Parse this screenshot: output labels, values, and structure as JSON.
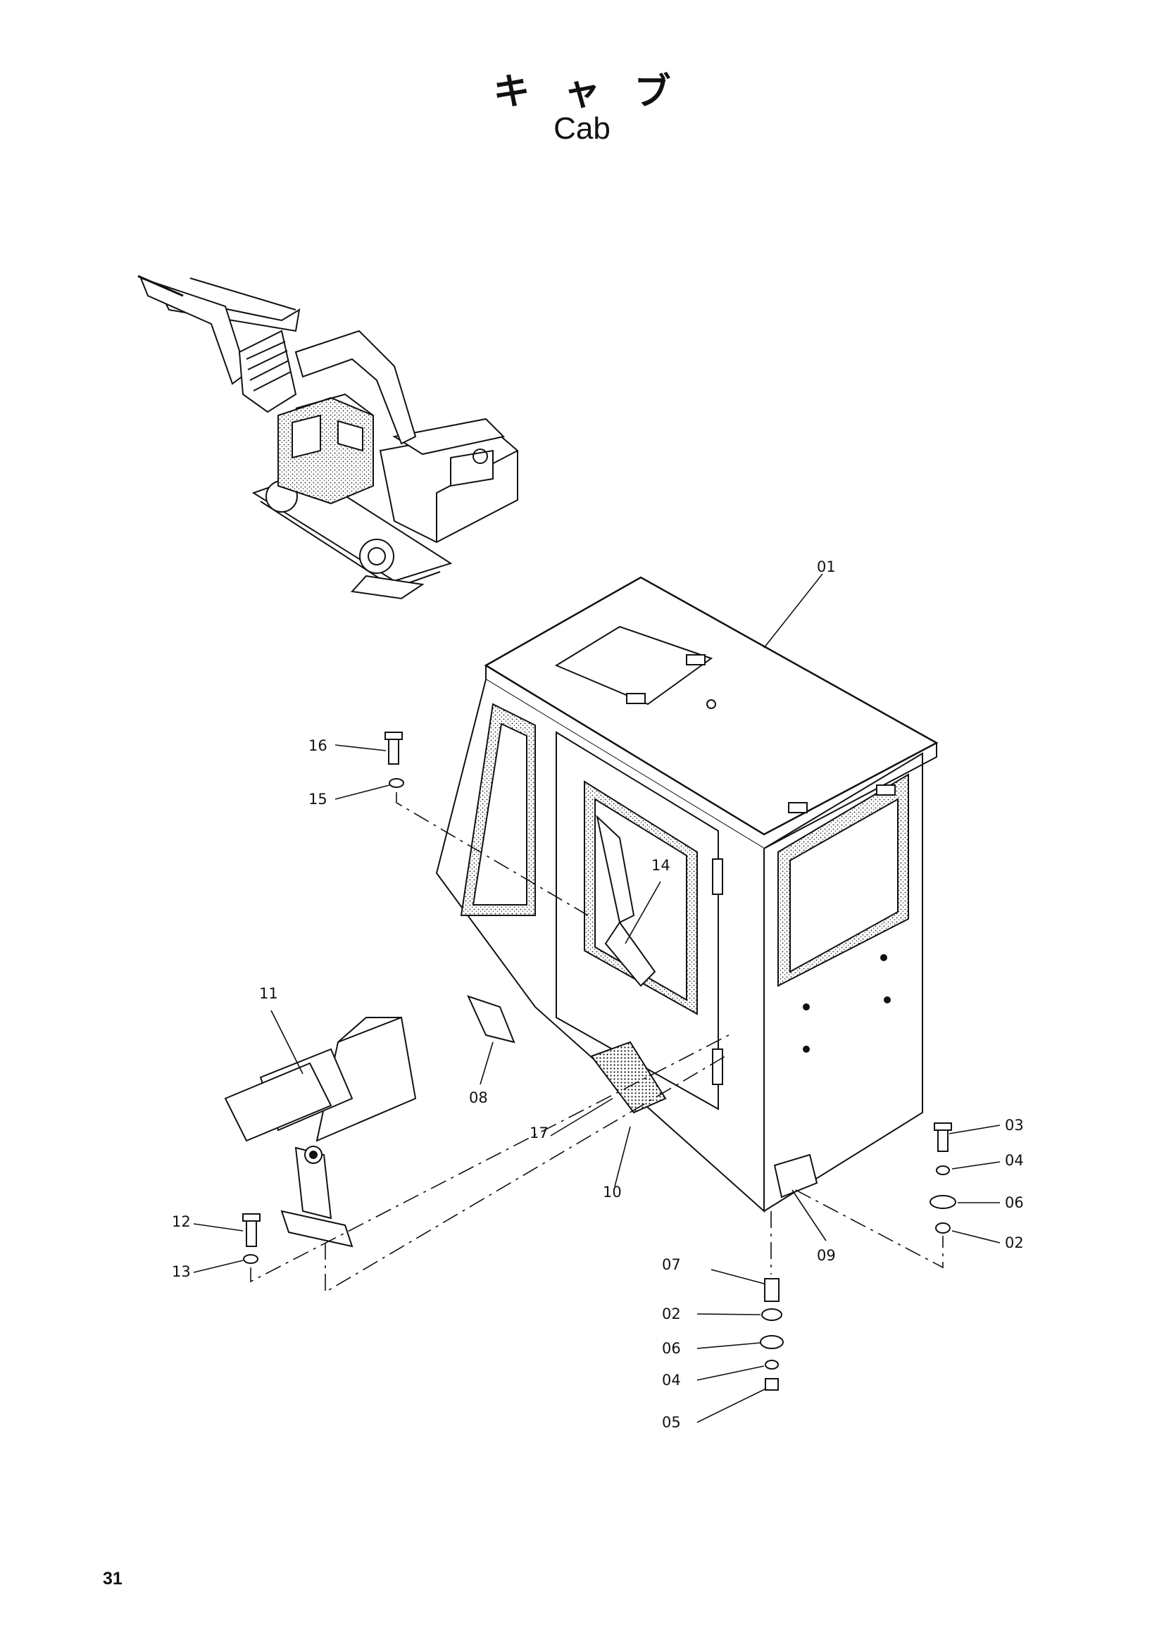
{
  "header": {
    "title_jp": "キャブ",
    "title_en": "Cab"
  },
  "footer": {
    "page_number": "31"
  },
  "callouts": {
    "p01": "01",
    "p02a": "02",
    "p02b": "02",
    "p03": "03",
    "p04a": "04",
    "p04b": "04",
    "p05": "05",
    "p06a": "06",
    "p06b": "06",
    "p07": "07",
    "p08": "08",
    "p09": "09",
    "p10": "10",
    "p11": "11",
    "p12": "12",
    "p13": "13",
    "p14": "14",
    "p15": "15",
    "p16": "16",
    "p17": "17"
  }
}
